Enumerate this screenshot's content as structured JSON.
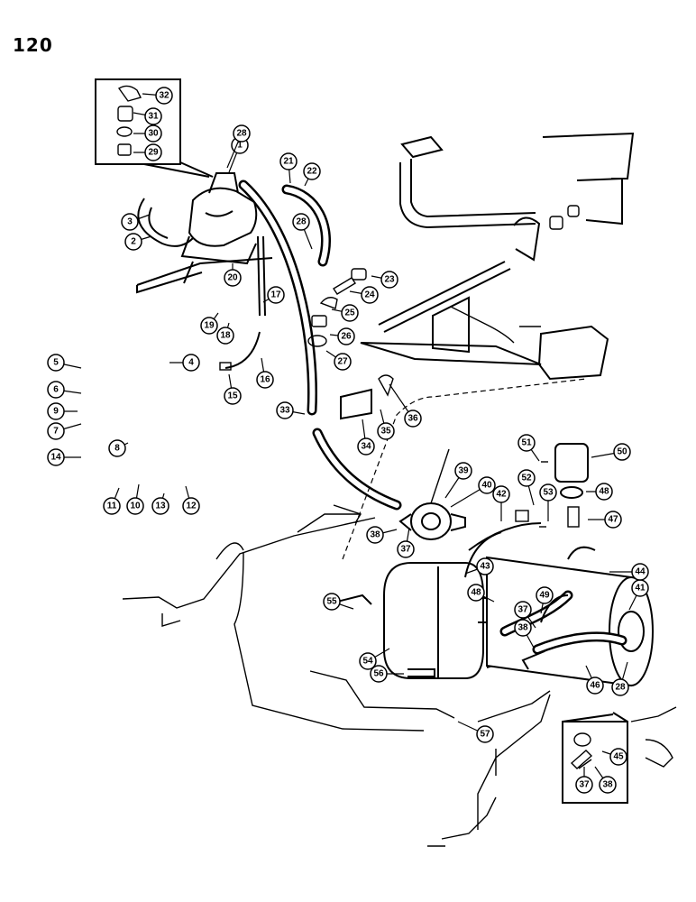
{
  "page": {
    "number": "120"
  },
  "callouts": [
    {
      "label": "1"
    },
    {
      "label": "2"
    },
    {
      "label": "3"
    },
    {
      "label": "4"
    },
    {
      "label": "5"
    },
    {
      "label": "6"
    },
    {
      "label": "7"
    },
    {
      "label": "8"
    },
    {
      "label": "9"
    },
    {
      "label": "10"
    },
    {
      "label": "11"
    },
    {
      "label": "12"
    },
    {
      "label": "13"
    },
    {
      "label": "14"
    },
    {
      "label": "15"
    },
    {
      "label": "16"
    },
    {
      "label": "17"
    },
    {
      "label": "18"
    },
    {
      "label": "19"
    },
    {
      "label": "20"
    },
    {
      "label": "21"
    },
    {
      "label": "22"
    },
    {
      "label": "23"
    },
    {
      "label": "24"
    },
    {
      "label": "25"
    },
    {
      "label": "26"
    },
    {
      "label": "27"
    },
    {
      "label": "28"
    },
    {
      "label": "28"
    },
    {
      "label": "28"
    },
    {
      "label": "29"
    },
    {
      "label": "30"
    },
    {
      "label": "31"
    },
    {
      "label": "32"
    },
    {
      "label": "33"
    },
    {
      "label": "34"
    },
    {
      "label": "35"
    },
    {
      "label": "36"
    },
    {
      "label": "37"
    },
    {
      "label": "37"
    },
    {
      "label": "37"
    },
    {
      "label": "38"
    },
    {
      "label": "38"
    },
    {
      "label": "38"
    },
    {
      "label": "39"
    },
    {
      "label": "40"
    },
    {
      "label": "41"
    },
    {
      "label": "42"
    },
    {
      "label": "43"
    },
    {
      "label": "44"
    },
    {
      "label": "45"
    },
    {
      "label": "46"
    },
    {
      "label": "47"
    },
    {
      "label": "48"
    },
    {
      "label": "48"
    },
    {
      "label": "49"
    },
    {
      "label": "50"
    },
    {
      "label": "51"
    },
    {
      "label": "52"
    },
    {
      "label": "53"
    },
    {
      "label": "54"
    },
    {
      "label": "55"
    },
    {
      "label": "56"
    },
    {
      "label": "57"
    }
  ]
}
